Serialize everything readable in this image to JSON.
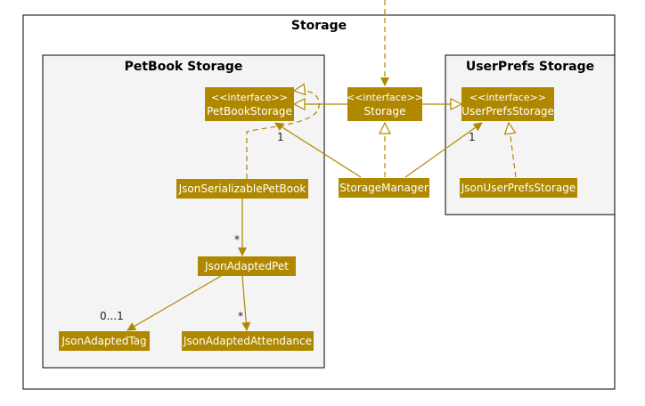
{
  "colors": {
    "node_fill": "#b08800",
    "edge": "#b08800",
    "package_fill": "#f3f4f3",
    "frame_stroke": "#000000",
    "node_text": "#ffffff"
  },
  "packages": {
    "outer": "Storage",
    "petbook": "PetBook Storage",
    "userprefs": "UserPrefs Storage"
  },
  "nodes": {
    "petbook_storage": {
      "stereotype": "<<interface>>",
      "name": "PetBookStorage"
    },
    "storage": {
      "stereotype": "<<interface>>",
      "name": "Storage"
    },
    "userprefs_storage": {
      "stereotype": "<<interface>>",
      "name": "UserPrefsStorage"
    },
    "storage_manager": "StorageManager",
    "json_serializable_petbook": "JsonSerializablePetBook",
    "json_userprefs_storage": "JsonUserPrefsStorage",
    "json_adapted_pet": "JsonAdaptedPet",
    "json_adapted_tag": "JsonAdaptedTag",
    "json_adapted_attendance": "JsonAdaptedAttendance"
  },
  "multiplicities": {
    "manager_to_petbook": "1",
    "manager_to_userprefs": "1",
    "serializable_to_pet": "*",
    "pet_to_tag": "0...1",
    "pet_to_attendance": "*"
  }
}
